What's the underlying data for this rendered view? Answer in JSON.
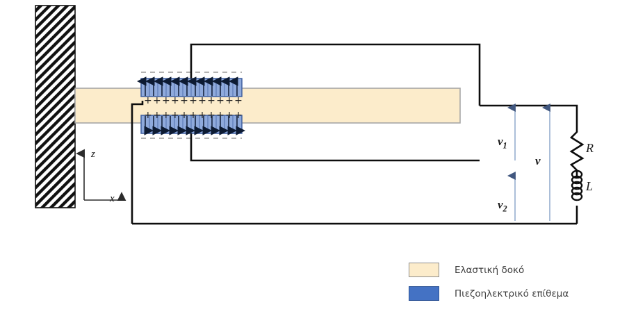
{
  "figure": {
    "title": "",
    "description": "Cantilever elastic beam with piezoelectric patches connected to an R-L circuit"
  },
  "axes": {
    "z_label": "z",
    "x_label": "x"
  },
  "circuit": {
    "v1_label": "v",
    "v1_sub": "1",
    "v2_label": "v",
    "v2_sub": "2",
    "v_label": "v",
    "resistor_label": "R",
    "inductor_label": "L"
  },
  "beam": {
    "charge_symbol": "+",
    "charge_rows": 2,
    "charges_per_row": 11
  },
  "patches": {
    "top_arrow_count": 12,
    "top_arrow_direction": "up",
    "bottom_arrow_count": 12,
    "bottom_arrow_direction": "down",
    "segment_count": 12
  },
  "legend": {
    "items": [
      {
        "label": "Ελαστική δοκό",
        "color": "#FCECCB",
        "border": "#8C8C8C",
        "name": "elastic-beam"
      },
      {
        "label": "Πιεζοηλεκτρικό επίθεμα",
        "color": "#4472C4",
        "border": "#2F5597",
        "name": "piezoelectric-patch"
      }
    ]
  },
  "colors": {
    "beam_fill": "#FCECCB",
    "beam_stroke": "#A6A6A6",
    "patch_fill": "#8FAADC",
    "patch_stroke": "#3F5FA0",
    "wire": "#0d0d0d",
    "arrow_blue": "#5B7DB1",
    "wall_hatch": "#111111",
    "dashed_gray": "#9a9a9a",
    "legend_blue": "#4472C4"
  },
  "wall": {
    "hatch_pattern": "diagonal-lines"
  }
}
